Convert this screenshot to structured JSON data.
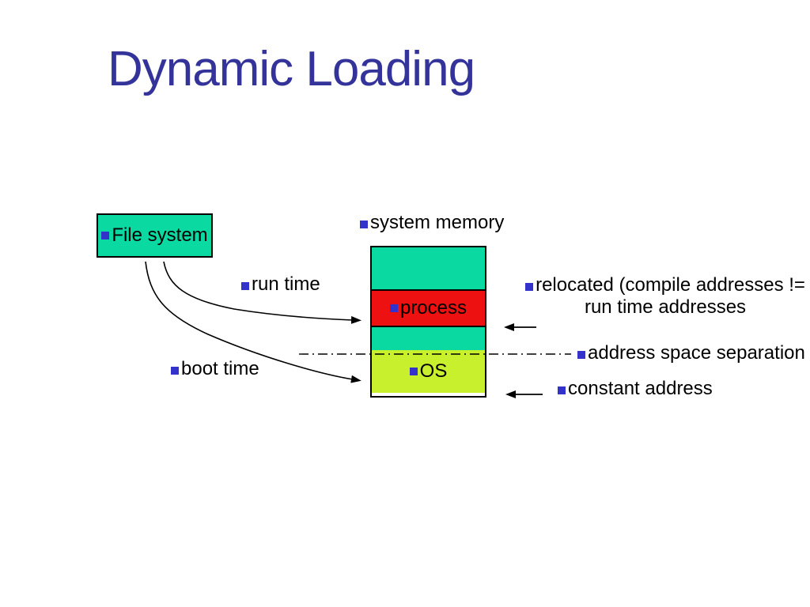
{
  "slide": {
    "title": "Dynamic Loading",
    "colors": {
      "title-color": "#333399",
      "bullet-color": "#3333cc",
      "box-teal": "#0bd9a2",
      "box-red": "#ee1111",
      "box-yellow": "#c8f02d",
      "text-color": "#000000"
    },
    "file_system": {
      "label": "File system"
    },
    "memory": {
      "title": "system memory",
      "segments": [
        {
          "name": "free",
          "label": ""
        },
        {
          "name": "process",
          "label": "process"
        },
        {
          "name": "free",
          "label": ""
        },
        {
          "name": "os",
          "label": "OS"
        }
      ]
    },
    "annotations": {
      "run_time": "run time",
      "boot_time": "boot time",
      "relocated_line1": "relocated (compile addresses !=",
      "relocated_line2": "run time addresses",
      "address_space_separation": "address space separation",
      "constant_address": "constant address"
    }
  }
}
